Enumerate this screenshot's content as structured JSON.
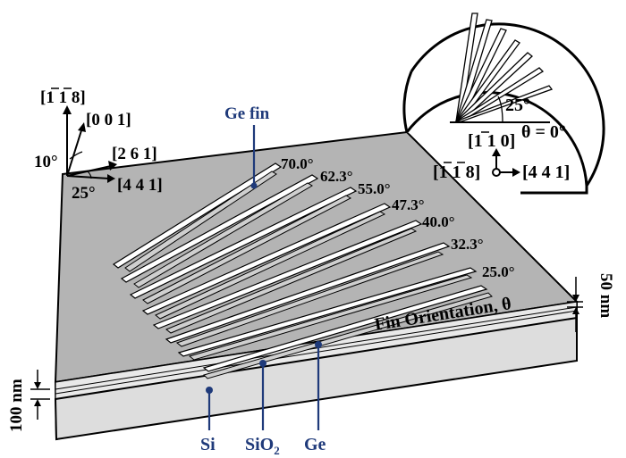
{
  "labels": {
    "dir_118": "[1 1 8]",
    "dir_001": "[0 0 1]",
    "dir_261": "[2 6 1]",
    "dir_441": "[4 4 1]",
    "angle_10": "10°",
    "angle_25": "25°",
    "ge_fin": "Ge fin",
    "fin_orientation": "Fin Orientation, θ",
    "thickness_50": "50 nm",
    "thickness_100": "100 nm",
    "si": "Si",
    "sio2_base": "SiO",
    "sio2_sub": "2",
    "ge": "Ge"
  },
  "fin_angles": [
    "70.0°",
    "62.3°",
    "55.0°",
    "47.3°",
    "40.0°",
    "32.3°",
    "25.0°"
  ],
  "inset": {
    "angle_25": "25°",
    "theta0": "θ = 0°",
    "dir_110": "[1 1 0]",
    "dir_118": "[1 1 8]",
    "dir_441": "[4 4 1]"
  },
  "colors": {
    "substrate_top": "#b4b4b4",
    "substrate_side": "#d8d8d8",
    "substrate_front": "#e6e6e6",
    "callout_blue": "#1f3a7a",
    "fin_fill": "#ffffff"
  }
}
